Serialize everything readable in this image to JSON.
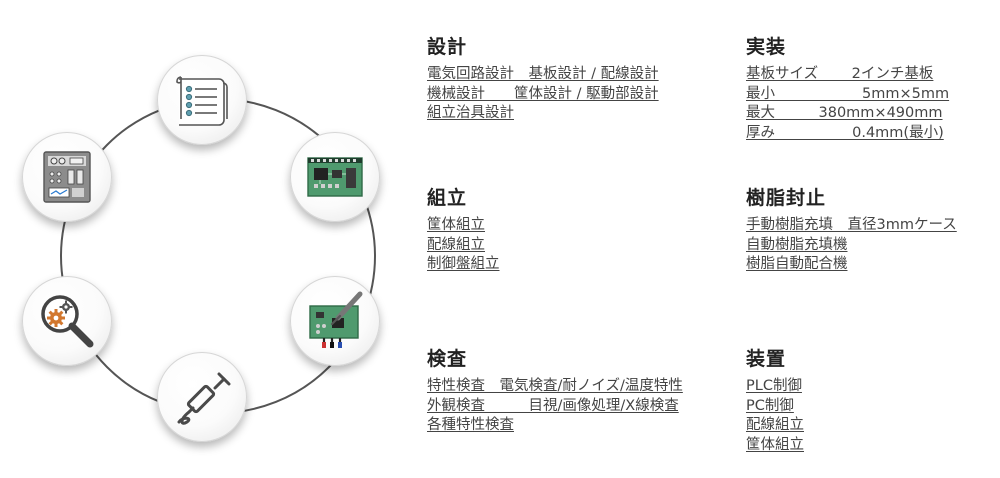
{
  "icons": [
    "spec-document-icon",
    "circuit-board-icon",
    "soldering-iron-board-icon",
    "dispenser-syringe-icon",
    "inspection-magnifier-gears-icon",
    "control-panel-icon"
  ],
  "sections": {
    "design": {
      "title": "設計",
      "items": [
        "電気回路設計　基板設計 / 配線設計",
        "機械設計　　筐体設計 / 駆動部設計",
        "組立治具設計"
      ]
    },
    "mounting": {
      "title": "実装",
      "items": [
        "基板サイズ　　 2インチ基板",
        "最小　　　　　　5mm×5mm",
        "最大　　　380mm×490mm",
        "厚み　　　　　 0.4mm(最小)"
      ]
    },
    "assembly": {
      "title": "組立",
      "items": [
        "筐体組立",
        "配線組立",
        "制御盤組立"
      ]
    },
    "resin": {
      "title": "樹脂封止",
      "items": [
        "手動樹脂充填　直径3mmケース",
        "自動樹脂充填機",
        "樹脂自動配合機"
      ]
    },
    "inspection": {
      "title": "検査",
      "items": [
        "特性検査　電気検査/耐ノイズ/温度特性",
        "外観検査　　　目視/画像処理/X線検査",
        "各種特性検査"
      ]
    },
    "equipment": {
      "title": "装置",
      "items": [
        "PLC制御",
        "PC制御",
        "配線組立",
        "筐体組立"
      ]
    }
  }
}
